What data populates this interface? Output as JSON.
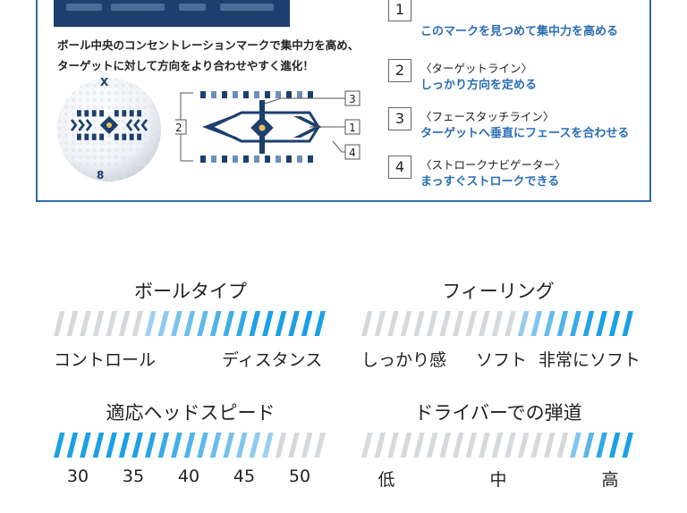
{
  "info": {
    "intro_line1": "ボール中央のコンセントレーションマークで集中力を高め、",
    "intro_line2": "ターゲットに対して方向をより合わせやすく進化！",
    "ball_logo": "X",
    "ball_number": "8",
    "marks": [
      {
        "num": "1",
        "label": "",
        "desc": "このマークを見つめて集中力を高める"
      },
      {
        "num": "2",
        "label": "〈ターゲットライン〉",
        "desc": "しっかり方向を定める"
      },
      {
        "num": "3",
        "label": "〈フェースタッチライン〉",
        "desc": "ターゲットへ垂直にフェースを合わせる"
      },
      {
        "num": "4",
        "label": "〈ストロークナビゲーター〉",
        "desc": "まっすぐストロークできる"
      }
    ],
    "diagram_callouts": [
      "2",
      "3",
      "1",
      "4"
    ]
  },
  "specs": [
    {
      "title": "ボールタイプ",
      "labels": [
        "コントロール",
        "ディスタンス"
      ],
      "active_from": 0.35,
      "active_to": 1.0
    },
    {
      "title": "フィーリング",
      "labels": [
        "しっかり感",
        "ソフト",
        "非常にソフト"
      ],
      "active_from": 0.58,
      "active_to": 1.0
    },
    {
      "title": "適応ヘッドスピード",
      "labels": [
        "30",
        "35",
        "40",
        "45",
        "50"
      ],
      "active_from": 0.0,
      "active_to": 0.8
    },
    {
      "title": "ドライバーでの弾道",
      "labels": [
        "低",
        "中",
        "高"
      ],
      "active_from": 0.75,
      "active_to": 1.0
    }
  ],
  "colors": {
    "navy": "#1d3f6e",
    "frame_blue": "#2e6da4",
    "text_blue": "#2a6db5",
    "bar_active_light": "#9fd0f0",
    "bar_active_dark": "#1aa0e6",
    "bar_inactive": "#d6d9dc"
  }
}
